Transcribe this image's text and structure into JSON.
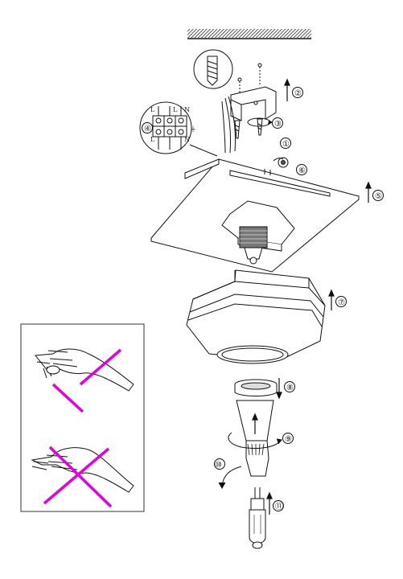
{
  "terminal_block": {
    "top_labels": [
      "L",
      "L",
      "N"
    ],
    "bottom_labels": [
      "L",
      "N"
    ],
    "earth_symbol": "⏚"
  },
  "steps": [
    "①",
    "②",
    "③",
    "④",
    "⑤",
    "⑥",
    "⑦",
    "⑧",
    "⑨",
    "⑩",
    "⑪"
  ],
  "colors": {
    "line": "#111111",
    "wrong_cross": "#e000e0",
    "panel_border": "#333333"
  },
  "icons": [
    "wall-hatch",
    "wall-plug-icon",
    "screw-icon",
    "earth-icon",
    "up-arrow-icon",
    "down-arrow-icon",
    "rotate-arrow-icon",
    "hand-icon",
    "bulb-icon"
  ]
}
